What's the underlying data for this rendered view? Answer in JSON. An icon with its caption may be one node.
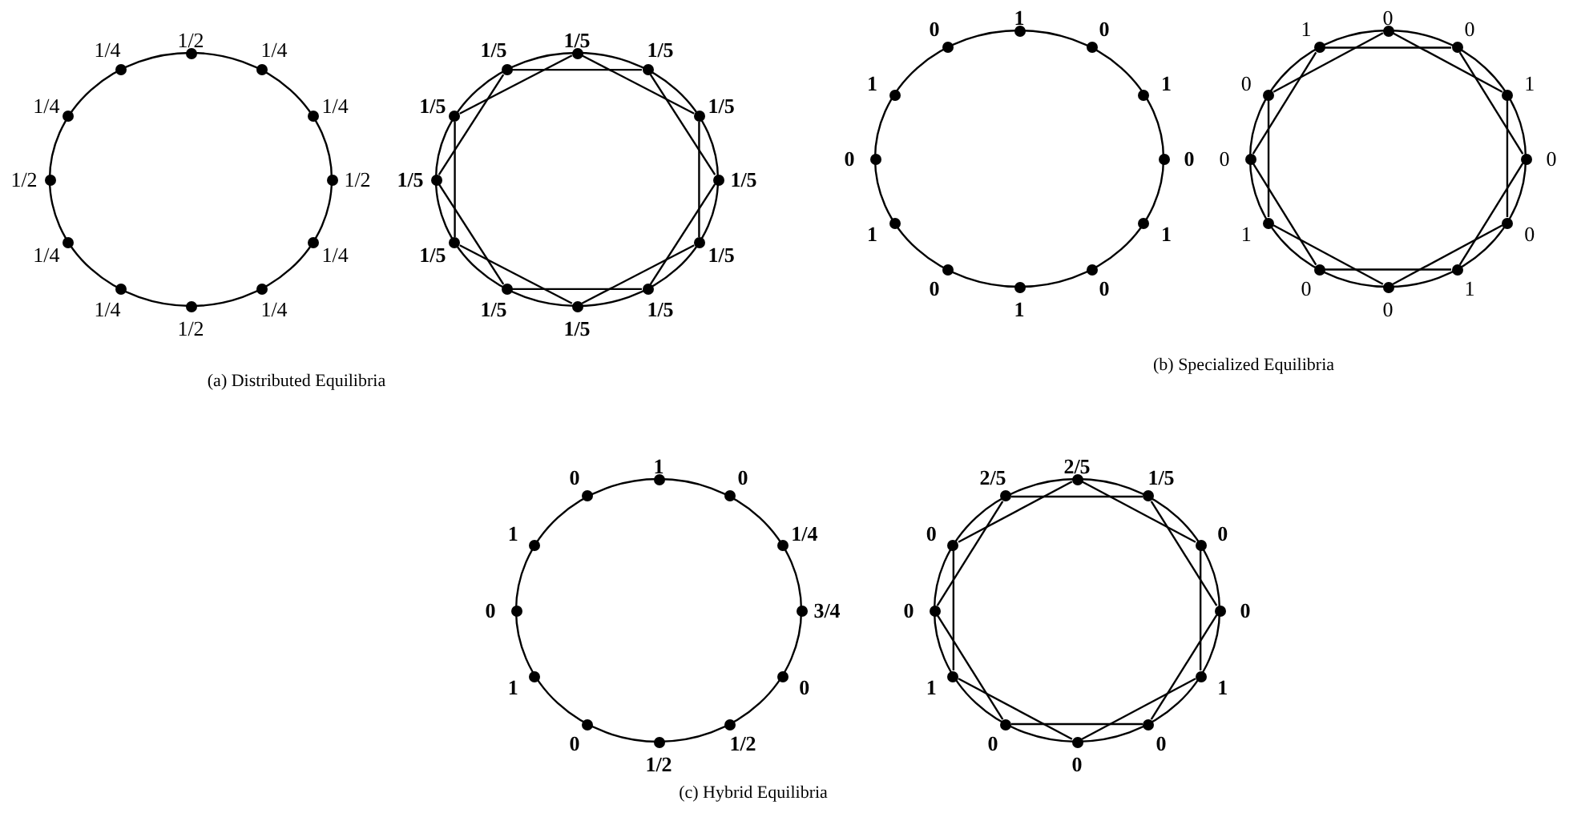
{
  "diagram": {
    "nodes": [
      {
        "text": [],
        "shape": "circle",
        "beside": [
          "1/2"
        ]
      },
      {
        "text": [],
        "shape": "circle",
        "beside": [
          "1/4"
        ]
      },
      {
        "text": [],
        "shape": "circle",
        "beside": [
          "1/4"
        ]
      },
      {
        "text": [],
        "shape": "circle",
        "beside": [
          "1/2"
        ]
      },
      {
        "text": [],
        "shape": "circle",
        "beside": [
          "1/4"
        ]
      },
      {
        "text": [],
        "shape": "circle",
        "beside": [
          "1/4"
        ]
      },
      {
        "text": [],
        "shape": "circle",
        "beside": [
          "1/2"
        ]
      },
      {
        "text": [],
        "shape": "circle",
        "beside": [
          "1/4"
        ]
      },
      {
        "text": [],
        "shape": "circle",
        "beside": [
          "1/4"
        ]
      },
      {
        "text": [],
        "shape": "circle",
        "beside": [
          "1/2"
        ]
      },
      {
        "text": [],
        "shape": "circle",
        "beside": [
          "1/4"
        ]
      },
      {
        "text": [],
        "shape": "circle",
        "beside": [
          "1/4"
        ]
      },
      {
        "text": [],
        "shape": "circle",
        "beside": [
          "1/5"
        ]
      },
      {
        "text": [],
        "shape": "circle",
        "beside": [
          "1/5"
        ]
      },
      {
        "text": [],
        "shape": "circle",
        "beside": [
          "1/5"
        ]
      },
      {
        "text": [],
        "shape": "circle",
        "beside": [
          "1/5"
        ]
      },
      {
        "text": [],
        "shape": "circle",
        "beside": [
          "1/5"
        ]
      },
      {
        "text": [],
        "shape": "circle",
        "beside": [
          "1/5"
        ]
      },
      {
        "text": [],
        "shape": "circle",
        "beside": [
          "1/5"
        ]
      },
      {
        "text": [],
        "shape": "circle",
        "beside": [
          "1/5"
        ]
      },
      {
        "text": [],
        "shape": "circle",
        "beside": [
          "1/5"
        ]
      },
      {
        "text": [],
        "shape": "circle",
        "beside": [
          "1/5"
        ]
      },
      {
        "text": [],
        "shape": "circle",
        "beside": [
          "1/5"
        ]
      },
      {
        "text": [],
        "shape": "circle",
        "beside": [
          "1/5"
        ]
      },
      {
        "text": [],
        "shape": "circle",
        "beside": [
          "1"
        ]
      },
      {
        "text": [],
        "shape": "circle",
        "beside": [
          "0"
        ]
      },
      {
        "text": [],
        "shape": "circle",
        "beside": [
          "1"
        ]
      },
      {
        "text": [],
        "shape": "circle",
        "beside": [
          "0"
        ]
      },
      {
        "text": [],
        "shape": "circle",
        "beside": [
          "1"
        ]
      },
      {
        "text": [],
        "shape": "circle",
        "beside": [
          "0"
        ]
      },
      {
        "text": [],
        "shape": "circle",
        "beside": [
          "1"
        ]
      },
      {
        "text": [],
        "shape": "circle",
        "beside": [
          "0"
        ]
      },
      {
        "text": [],
        "shape": "circle",
        "beside": [
          "1"
        ]
      },
      {
        "text": [],
        "shape": "circle",
        "beside": [
          "0"
        ]
      },
      {
        "text": [],
        "shape": "circle",
        "beside": [
          "1"
        ]
      },
      {
        "text": [],
        "shape": "circle",
        "beside": [
          "0"
        ]
      },
      {
        "text": [],
        "shape": "circle",
        "beside": [
          "0"
        ]
      },
      {
        "text": [],
        "shape": "circle",
        "beside": [
          "0"
        ]
      },
      {
        "text": [],
        "shape": "circle",
        "beside": [
          "1"
        ]
      },
      {
        "text": [],
        "shape": "circle",
        "beside": [
          "0"
        ]
      },
      {
        "text": [],
        "shape": "circle",
        "beside": [
          "0"
        ]
      },
      {
        "text": [],
        "shape": "circle",
        "beside": [
          "1"
        ]
      },
      {
        "text": [],
        "shape": "circle",
        "beside": [
          "0"
        ]
      },
      {
        "text": [],
        "shape": "circle",
        "beside": [
          "0"
        ]
      },
      {
        "text": [],
        "shape": "circle",
        "beside": [
          "1"
        ]
      },
      {
        "text": [],
        "shape": "circle",
        "beside": [
          "0"
        ]
      },
      {
        "text": [],
        "shape": "circle",
        "beside": [
          "0"
        ]
      },
      {
        "text": [],
        "shape": "circle",
        "beside": [
          "1"
        ]
      },
      {
        "text": [],
        "shape": "circle",
        "beside": [
          "1"
        ]
      },
      {
        "text": [],
        "shape": "circle",
        "beside": [
          "0"
        ]
      },
      {
        "text": [],
        "shape": "circle",
        "beside": [
          "1/4"
        ]
      },
      {
        "text": [],
        "shape": "circle",
        "beside": [
          "3/4"
        ]
      },
      {
        "text": [],
        "shape": "circle",
        "beside": [
          "0"
        ]
      },
      {
        "text": [],
        "shape": "circle",
        "beside": [
          "1/2"
        ]
      },
      {
        "text": [],
        "shape": "circle",
        "beside": [
          "1/2"
        ]
      },
      {
        "text": [],
        "shape": "circle",
        "beside": [
          "0"
        ]
      },
      {
        "text": [],
        "shape": "circle",
        "beside": [
          "1"
        ]
      },
      {
        "text": [],
        "shape": "circle",
        "beside": [
          "0"
        ]
      },
      {
        "text": [],
        "shape": "circle",
        "beside": [
          "1"
        ]
      },
      {
        "text": [],
        "shape": "circle",
        "beside": [
          "0"
        ]
      },
      {
        "text": [],
        "shape": "circle",
        "beside": [
          "2/5"
        ]
      },
      {
        "text": [],
        "shape": "circle",
        "beside": [
          "1/5"
        ]
      },
      {
        "text": [],
        "shape": "circle",
        "beside": [
          "0"
        ]
      },
      {
        "text": [],
        "shape": "circle",
        "beside": [
          "0"
        ]
      },
      {
        "text": [],
        "shape": "circle",
        "beside": [
          "1"
        ]
      },
      {
        "text": [],
        "shape": "circle",
        "beside": [
          "0"
        ]
      },
      {
        "text": [],
        "shape": "circle",
        "beside": [
          "0"
        ]
      },
      {
        "text": [],
        "shape": "circle",
        "beside": [
          "0"
        ]
      },
      {
        "text": [],
        "shape": "circle",
        "beside": [
          "1"
        ]
      },
      {
        "text": [],
        "shape": "circle",
        "beside": [
          "0"
        ]
      },
      {
        "text": [],
        "shape": "circle",
        "beside": [
          "0"
        ]
      },
      {
        "text": [],
        "shape": "circle",
        "beside": [
          "2/5"
        ]
      }
    ],
    "edges": [
      {
        "from": 12,
        "to": 14,
        "arrow": "none"
      },
      {
        "from": 13,
        "to": 15,
        "arrow": "none"
      },
      {
        "from": 14,
        "to": 16,
        "arrow": "none"
      },
      {
        "from": 15,
        "to": 17,
        "arrow": "none"
      },
      {
        "from": 16,
        "to": 18,
        "arrow": "none"
      },
      {
        "from": 17,
        "to": 19,
        "arrow": "none"
      },
      {
        "from": 18,
        "to": 20,
        "arrow": "none"
      },
      {
        "from": 19,
        "to": 21,
        "arrow": "none"
      },
      {
        "from": 20,
        "to": 22,
        "arrow": "none"
      },
      {
        "from": 21,
        "to": 23,
        "arrow": "none"
      },
      {
        "from": 22,
        "to": 12,
        "arrow": "none"
      },
      {
        "from": 23,
        "to": 13,
        "arrow": "none"
      },
      {
        "from": 36,
        "to": 38,
        "arrow": "none"
      },
      {
        "from": 37,
        "to": 39,
        "arrow": "none"
      },
      {
        "from": 38,
        "to": 40,
        "arrow": "none"
      },
      {
        "from": 39,
        "to": 41,
        "arrow": "none"
      },
      {
        "from": 40,
        "to": 42,
        "arrow": "none"
      },
      {
        "from": 41,
        "to": 43,
        "arrow": "none"
      },
      {
        "from": 42,
        "to": 44,
        "arrow": "none"
      },
      {
        "from": 43,
        "to": 45,
        "arrow": "none"
      },
      {
        "from": 44,
        "to": 46,
        "arrow": "none"
      },
      {
        "from": 45,
        "to": 47,
        "arrow": "none"
      },
      {
        "from": 46,
        "to": 36,
        "arrow": "none"
      },
      {
        "from": 47,
        "to": 37,
        "arrow": "none"
      },
      {
        "from": 60,
        "to": 62,
        "arrow": "none"
      },
      {
        "from": 61,
        "to": 63,
        "arrow": "none"
      },
      {
        "from": 62,
        "to": 64,
        "arrow": "none"
      },
      {
        "from": 63,
        "to": 65,
        "arrow": "none"
      },
      {
        "from": 64,
        "to": 66,
        "arrow": "none"
      },
      {
        "from": 65,
        "to": 67,
        "arrow": "none"
      },
      {
        "from": 66,
        "to": 68,
        "arrow": "none"
      },
      {
        "from": 67,
        "to": 69,
        "arrow": "none"
      },
      {
        "from": 68,
        "to": 70,
        "arrow": "none"
      },
      {
        "from": 69,
        "to": 71,
        "arrow": "none"
      },
      {
        "from": 70,
        "to": 60,
        "arrow": "none"
      },
      {
        "from": 71,
        "to": 61,
        "arrow": "none"
      }
    ],
    "labels": [
      "(b) Specialized Equilibria",
      "(a) Distributed Equilibria",
      "(c) Hybrid Equilibria"
    ]
  }
}
